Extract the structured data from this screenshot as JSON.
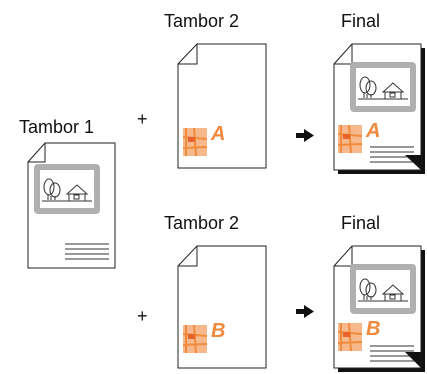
{
  "labels": {
    "drum1": "Tambor 1",
    "drum2_top": "Tambor 2",
    "final_top": "Final",
    "drum2_bottom": "Tambor 2",
    "final_bottom": "Final"
  },
  "operators": {
    "plus_top": "+",
    "plus_bottom": "+"
  },
  "badges": {
    "top": "A",
    "bottom": "B"
  },
  "colors": {
    "accent": "#f08a3c",
    "accent_light": "#f7b98c",
    "frame_gray": "#b0b0b0",
    "ink": "#111111"
  },
  "icons": [
    "trees-icon",
    "house-icon",
    "arrow-right-icon",
    "map-icon"
  ]
}
